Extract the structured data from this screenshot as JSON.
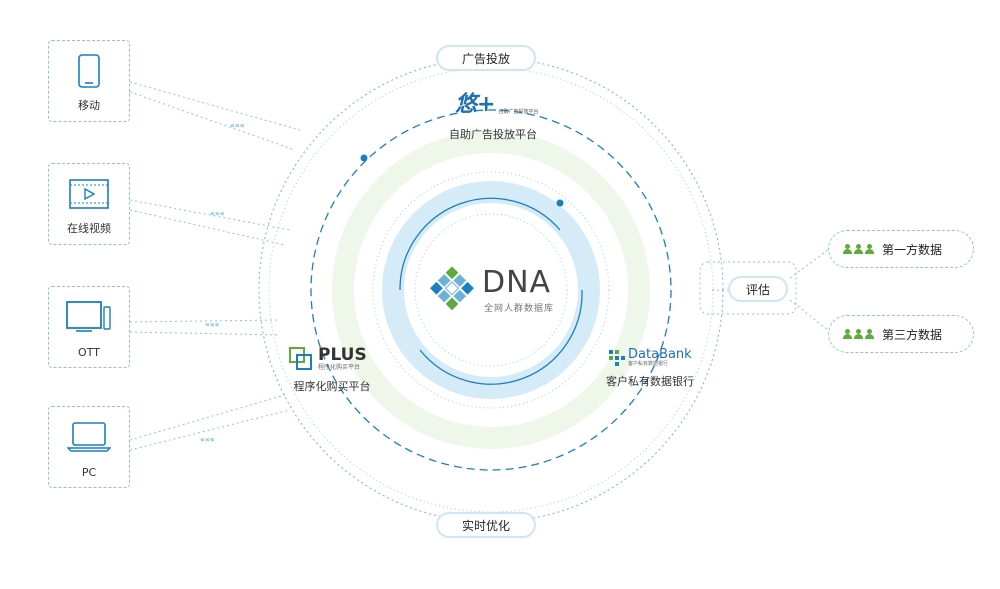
{
  "devices": [
    {
      "label": "移动",
      "icon": "mobile-phone-icon"
    },
    {
      "label": "在线视频",
      "icon": "video-player-icon"
    },
    {
      "label": "OTT",
      "icon": "tv-icon"
    },
    {
      "label": "PC",
      "icon": "laptop-icon"
    }
  ],
  "ring_labels": {
    "top": "广告投放",
    "bottom": "实时优化"
  },
  "center": {
    "logo_text": "DNA",
    "subtitle": "全网人群数据库"
  },
  "platforms": {
    "youjia": {
      "logo_text": "悠+",
      "logo_sub": "自助广告投放平台",
      "caption": "自助广告投放平台"
    },
    "plus": {
      "logo_text": "PLUS",
      "logo_sub": "程序化购买平台",
      "caption": "程序化购买平台"
    },
    "databank": {
      "logo_text": "DataBank",
      "logo_sub": "客户私有数据银行",
      "caption": "客户私有数据银行"
    }
  },
  "evaluation": {
    "label": "评估"
  },
  "data_sources": [
    {
      "label": "第一方数据"
    },
    {
      "label": "第三方数据"
    }
  ],
  "colors": {
    "accent": "#1a7fc1",
    "ring_light": "#d6ebf8",
    "green": "#5dab3c",
    "logo_blue": "#1f6fb5"
  }
}
